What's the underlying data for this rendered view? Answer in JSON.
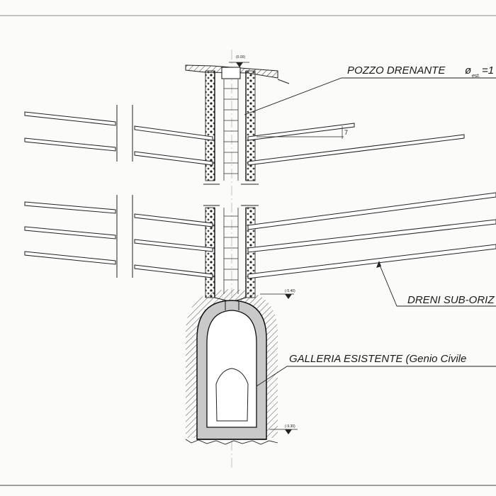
{
  "labels": {
    "pozzo": "POZZO DRENANTE",
    "phi": "ø",
    "phi_sub": "est.",
    "phi_value": "=1",
    "dreni": "DRENI SUB-ORIZ",
    "galleria": "GALLERIA ESISTENTE (Genio Civile"
  },
  "elevations": {
    "top": "(0.00)",
    "mid": "(-5.40)",
    "bottom": "(-9.30)"
  },
  "angle_mark": "7"
}
